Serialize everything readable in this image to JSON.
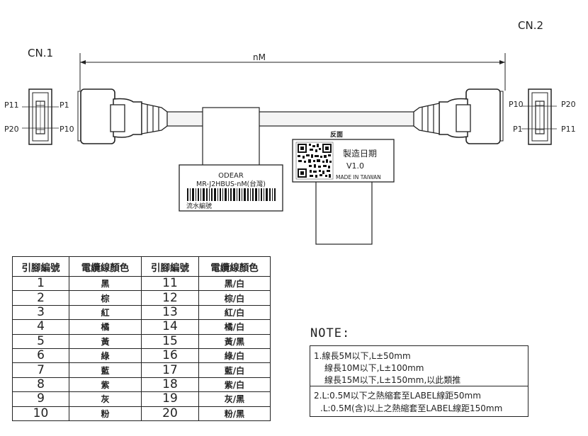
{
  "connectors": {
    "left_label": "CN.1",
    "right_label": "CN.2",
    "length_label": "nM",
    "left_pins": {
      "top_left": "P11",
      "top_right": "P1",
      "bottom_left": "P20",
      "bottom_right": "P10"
    },
    "right_pins": {
      "top_left": "P10",
      "top_right": "P20",
      "bottom_left": "P1",
      "bottom_right": "P11"
    }
  },
  "labels": {
    "front": {
      "brand": "ODEAR",
      "model": "MR-J2HBUS-nM(台灣)",
      "serial": "流水編號"
    },
    "back": {
      "heading": "反面",
      "date": "製造日期",
      "version": "V1.0",
      "origin": "MADE IN TAIWAN"
    }
  },
  "pin_table": {
    "headers": [
      "引腳編號",
      "電纜線顏色",
      "引腳編號",
      "電纜線顏色"
    ],
    "rows": [
      {
        "pin_a": "1",
        "color_a": "黑",
        "pin_b": "11",
        "color_b": "黑/白"
      },
      {
        "pin_a": "2",
        "color_a": "棕",
        "pin_b": "12",
        "color_b": "棕/白"
      },
      {
        "pin_a": "3",
        "color_a": "紅",
        "pin_b": "13",
        "color_b": "紅/白"
      },
      {
        "pin_a": "4",
        "color_a": "橘",
        "pin_b": "14",
        "color_b": "橘/白"
      },
      {
        "pin_a": "5",
        "color_a": "黃",
        "pin_b": "15",
        "color_b": "黃/黑"
      },
      {
        "pin_a": "6",
        "color_a": "綠",
        "pin_b": "16",
        "color_b": "綠/白"
      },
      {
        "pin_a": "7",
        "color_a": "藍",
        "pin_b": "17",
        "color_b": "藍/白"
      },
      {
        "pin_a": "8",
        "color_a": "紫",
        "pin_b": "18",
        "color_b": "紫/白"
      },
      {
        "pin_a": "9",
        "color_a": "灰",
        "pin_b": "19",
        "color_b": "灰/黑"
      },
      {
        "pin_a": "10",
        "color_a": "粉",
        "pin_b": "20",
        "color_b": "粉/黑"
      }
    ]
  },
  "notes": {
    "title": "NOTE:",
    "lines": [
      "1.線長5M以下,L±50mm",
      "線長10M以下,L±100mm",
      "線長15M以下,L±150mm,以此類推",
      "2.L:0.5M以下之熱縮套至LABEL線距50mm",
      ".L:0.5M(含)以上之熱縮套至LABEL線距150mm"
    ]
  }
}
